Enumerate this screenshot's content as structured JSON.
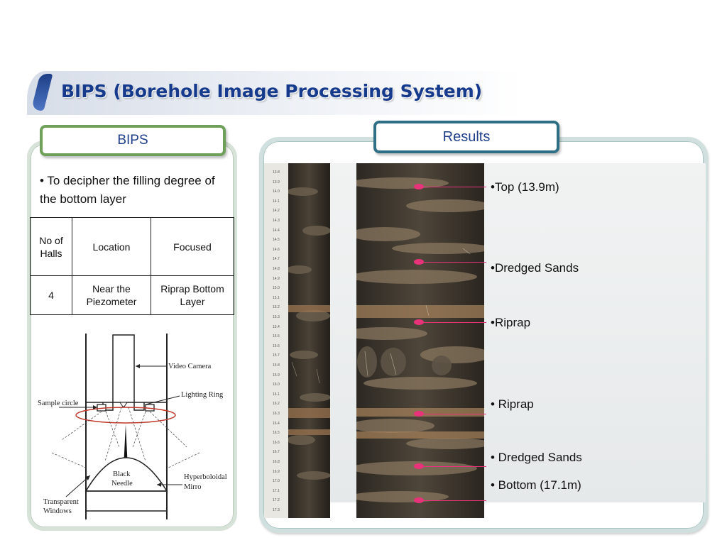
{
  "title": "BIPS (Borehole Image Processing System)",
  "left_panel": {
    "tab_label": "BIPS",
    "bullet_text": "• To decipher the filling degree of the bottom layer",
    "table": {
      "headers": [
        "No of Halls",
        "Location",
        "Focused"
      ],
      "rows": [
        [
          "4",
          "Near the Piezometer",
          "Riprap Bottom Layer"
        ]
      ]
    },
    "diagram": {
      "labels": {
        "video_camera": "Video Camera",
        "lighting_ring": "Lighting Ring",
        "sample_circle": "Sample circle",
        "black_needle_1": "Black",
        "black_needle_2": "Needle",
        "hyperboloidal_1": "Hyperboloidal",
        "hyperboloidal_2": "Mirro",
        "transparent_1": "Transparent",
        "transparent_2": "Windows"
      }
    }
  },
  "right_panel": {
    "tab_label": "Results",
    "depth_ticks": [
      "13.8",
      "13.9",
      "14.0",
      "14.1",
      "14.2",
      "14.3",
      "14.4",
      "14.5",
      "14.6",
      "14.7",
      "14.8",
      "14.9",
      "15.0",
      "15.1",
      "15.2",
      "15.3",
      "15.4",
      "15.5",
      "15.6",
      "15.7",
      "15.8",
      "15.9",
      "16.0",
      "16.1",
      "16.2",
      "16.3",
      "16.4",
      "16.5",
      "16.6",
      "16.7",
      "16.8",
      "16.9",
      "17.0",
      "17.1",
      "17.2",
      "17.3"
    ],
    "annotations": [
      {
        "label": "•Top  (13.9m)"
      },
      {
        "label": "•Dredged Sands"
      },
      {
        "label": "•Riprap"
      },
      {
        "label": "• Riprap"
      },
      {
        "label": "• Dredged Sands"
      },
      {
        "label": "• Bottom (17.1m)"
      }
    ],
    "colors": {
      "marker": "#e8327a"
    }
  }
}
